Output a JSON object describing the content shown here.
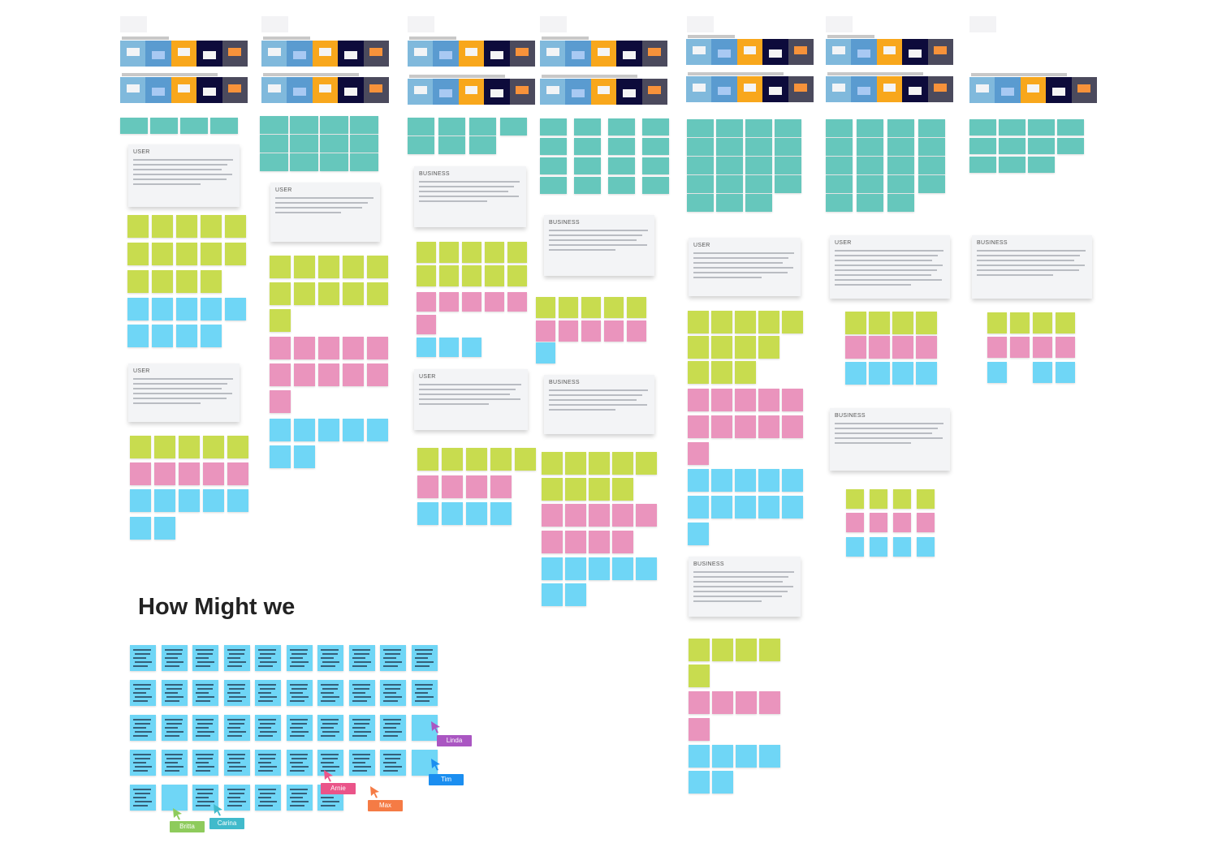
{
  "board": {
    "heading": "How Might we",
    "card_labels": [
      "USER",
      "USER",
      "USER",
      "BUSINESS",
      "USER",
      "BUSINESS",
      "BUSINESS",
      "USER",
      "BUSINESS",
      "USER",
      "BUSINESS",
      "BUSINESS"
    ],
    "colors": {
      "teal": "#66c7bc",
      "lime": "#c8dc4f",
      "pink": "#ea94bd",
      "cyan": "#6fd6f6",
      "card": "#f3f4f6"
    },
    "cursors": [
      {
        "name": "Linda",
        "color": "#aa56c2"
      },
      {
        "name": "Tim",
        "color": "#1b8ef0"
      },
      {
        "name": "Arnie",
        "color": "#ea5489"
      },
      {
        "name": "Max",
        "color": "#f57b45"
      },
      {
        "name": "Britta",
        "color": "#8ecb5c"
      },
      {
        "name": "Carina",
        "color": "#41bacb"
      }
    ]
  }
}
